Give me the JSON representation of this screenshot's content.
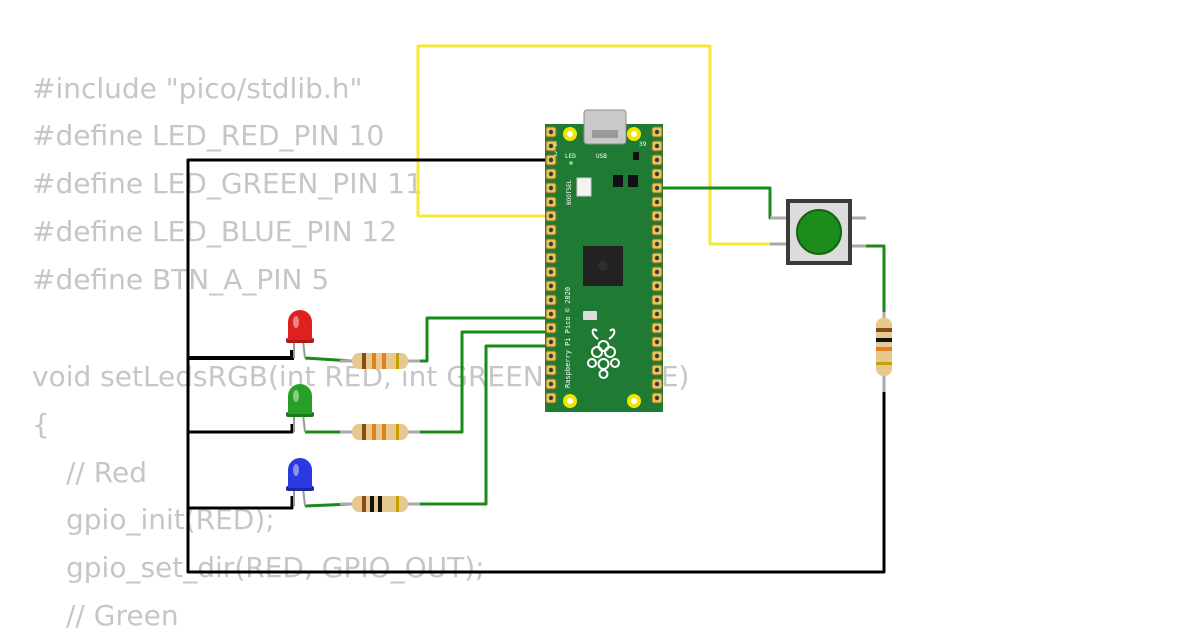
{
  "code": {
    "lines": [
      "#include \"pico/stdlib.h\"",
      "#define LED_RED_PIN 10",
      "#define LED_GREEN_PIN 11",
      "#define LED_BLUE_PIN 12",
      "#define BTN_A_PIN 5",
      "",
      "void setLedsRGB(int RED, int GREEN, int BLUE)",
      "{",
      "// Red",
      "gpio_init(RED);",
      "gpio_set_dir(RED, GPIO_OUT);",
      "// Green"
    ],
    "text_color": "#c6c6c6"
  },
  "board": {
    "silk_led": "LED",
    "silk_usb": "USB",
    "silk_bootsel": "BOOTSEL",
    "silk_pin_1": "1",
    "silk_pin_2": "2",
    "silk_pin_39": "39",
    "silk_name": "Raspberry Pi Pico © 2020",
    "color": "#1f7a33"
  },
  "wire_colors": {
    "signal": "#1a8a1a",
    "button_supply": "#f5e837",
    "ground": "#000000"
  },
  "leds": [
    {
      "color_name": "red",
      "color": "#e02020"
    },
    {
      "color_name": "green",
      "color": "#28a028"
    },
    {
      "color_name": "blue",
      "color": "#2a3ae0"
    }
  ],
  "button": {
    "cap_color": "#1c8c1c"
  }
}
